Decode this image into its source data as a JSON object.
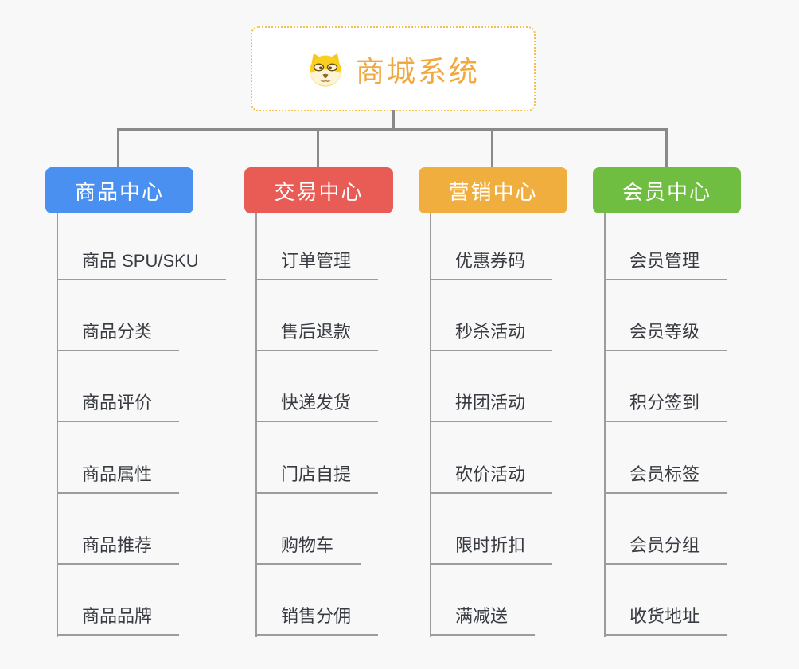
{
  "root": {
    "label": "商城系统",
    "icon": "dog-face-icon"
  },
  "branches": [
    {
      "label": "商品中心",
      "color": "#4A90F0",
      "children": [
        "商品 SPU/SKU",
        "商品分类",
        "商品评价",
        "商品属性",
        "商品推荐",
        "商品品牌"
      ]
    },
    {
      "label": "交易中心",
      "color": "#E95C56",
      "children": [
        "订单管理",
        "售后退款",
        "快递发货",
        "门店自提",
        "购物车",
        "销售分佣"
      ]
    },
    {
      "label": "营销中心",
      "color": "#F0AE3E",
      "children": [
        "优惠券码",
        "秒杀活动",
        "拼团活动",
        "砍价活动",
        "限时折扣",
        "满减送"
      ]
    },
    {
      "label": "会员中心",
      "color": "#70BE41",
      "children": [
        "会员管理",
        "会员等级",
        "积分签到",
        "会员标签",
        "会员分组",
        "收货地址"
      ]
    }
  ],
  "colors": {
    "background": "#f8f8f8",
    "connector": "#8a8a8a",
    "child_line": "#9c9c9c",
    "child_text": "#383c42",
    "root_text": "#F0A83F",
    "root_border": "#F5C052"
  }
}
